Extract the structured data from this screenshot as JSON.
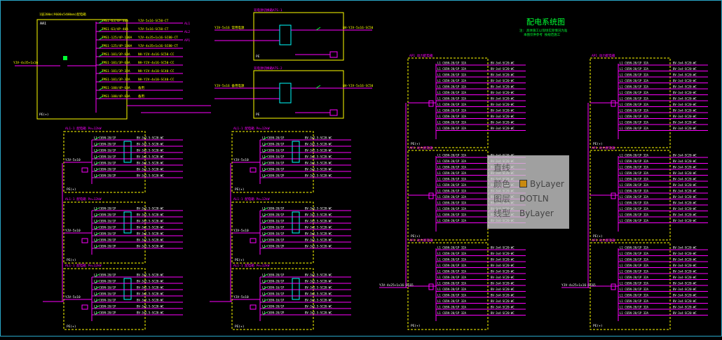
{
  "drawing": {
    "title": "配电系统图",
    "note_line1": "注: 具体施工以现场实际情况为准",
    "note_line2": "本图仅供参考 按规范施工"
  },
  "panel_top_left": {
    "title": "1层200m(9600x5400mm)配电箱",
    "label": "AA1",
    "incoming": "YJV-4x35+1x16",
    "footer": "PE(+)",
    "circuits": [
      {
        "breaker": "TMS1-63/4P-40A",
        "cable": "YJV-5x16-SC50-CT"
      },
      {
        "breaker": "TMS1-63/4P-40A",
        "cable": "YJV-5x16-SC50-CT"
      },
      {
        "breaker": "TMS1-125/4P-100A",
        "cable": "YJV-4x35+1x16-SC80-CT"
      },
      {
        "breaker": "TMS1-125/4P-100A",
        "cable": "YJV-4x35+1x16-SC80-CT"
      },
      {
        "breaker": "TMS1-101/3P-63A",
        "cable": "NH-YJV-4x16-SC50-CC"
      },
      {
        "breaker": "TMS1-101/3P-63A",
        "cable": "NH-YJV-4x16-SC50-CC"
      },
      {
        "breaker": "TMS1-101/3P-32A",
        "cable": "NH-YJV-4x10-SC40-CC"
      },
      {
        "breaker": "TMS1-101/3P-32A",
        "cable": "NH-YJV-4x10-SC40-CC"
      },
      {
        "breaker": "TMS1-100/4P-63A",
        "cable": "备用"
      },
      {
        "breaker": "TMS1-100/4P-63A",
        "cable": "备用"
      }
    ]
  },
  "panel_top_mid": {
    "titles": [
      "双电源切换箱ATS-1",
      "双电源切换箱ATS-2"
    ],
    "sources": [
      "YJV-5x16 常用电源",
      "YJV-5x16 备用电源"
    ],
    "outputs": [
      "NH-YJV-5x16-SC50",
      "NH-YJV-5x16-SC50"
    ]
  },
  "sub_panel": {
    "header": "AL1-1 配电箱 Pe=12kW",
    "incoming": "YJV-5x10",
    "footer": "PE(+)",
    "rows": [
      "L1 C65N-20/1P",
      "L2 C65N-20/1P",
      "L3 C65N-16/1P",
      "L1 C65N-16/1P",
      "L2 C65N-16/1P",
      "L3 C65N-20/1P",
      "L1 C65N-20/2P"
    ],
    "cable": "BV-3x2.5-SC20-WC"
  },
  "big_panel": {
    "header": "AP1 动力配电箱",
    "incoming": "YJV-4x25+1x16-SC65",
    "footer": "PE(+)",
    "row": "L1 C65N-20/1P 32A",
    "cable": "BV-3x4-SC20-WC"
  },
  "properties_tooltip": {
    "type": "直线",
    "color_label": "颜色",
    "color_value": "ByLayer",
    "layer_label": "图层",
    "layer_value": "DOTLN",
    "linetype_label": "线型",
    "linetype_value": "ByLayer",
    "swatch_color": "#c98a10"
  },
  "colors": {
    "background": "#000000",
    "magenta": "#ff00ff",
    "yellow": "#ffff00",
    "green": "#00ff33",
    "cyan": "#00ffff",
    "white": "#ffffff",
    "border": "#2aa7c9"
  }
}
